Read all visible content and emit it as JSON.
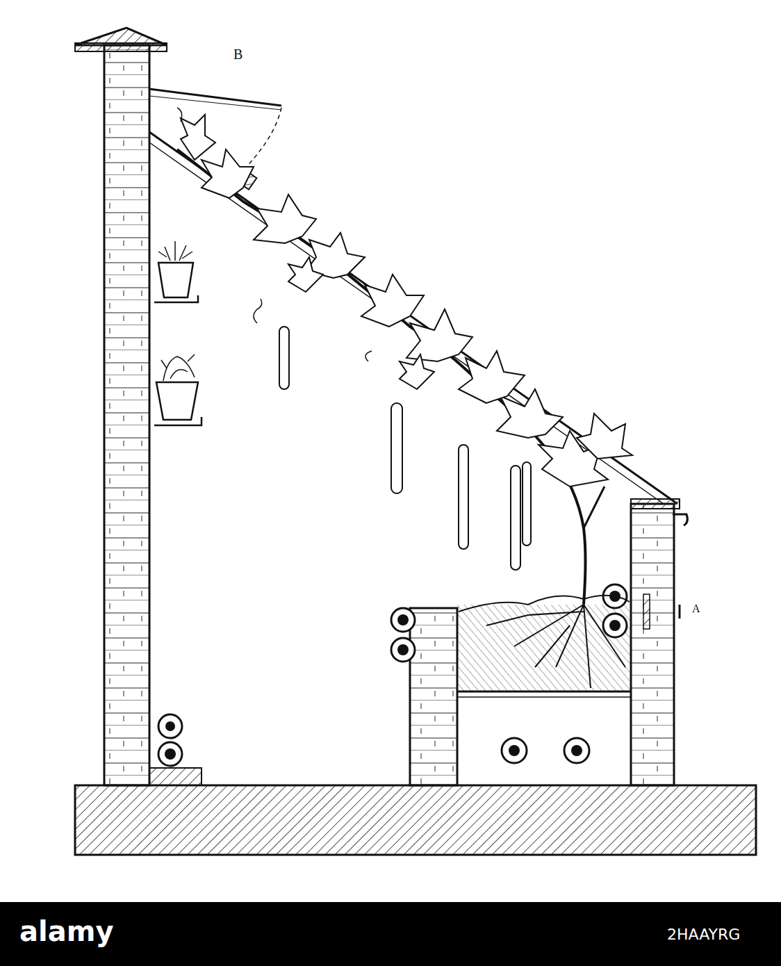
{
  "diagram": {
    "labels": [
      "B",
      "A",
      "alamy",
      "2HAAYRG"
    ]
  }
}
